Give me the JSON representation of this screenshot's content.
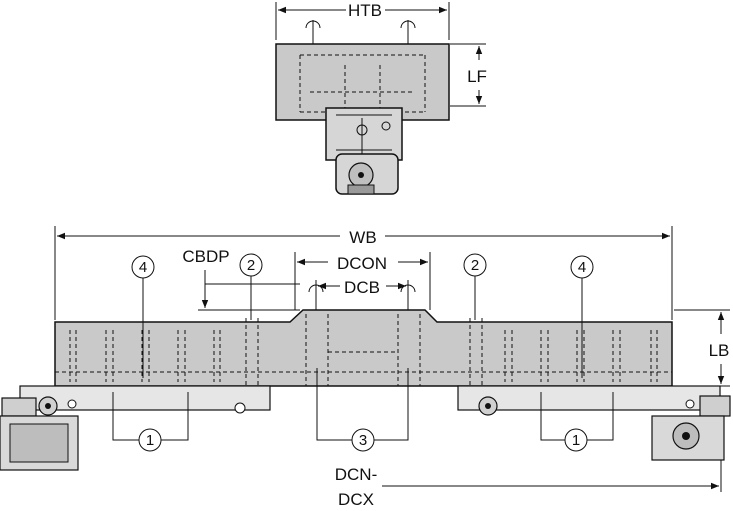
{
  "labels": {
    "htb": "HTB",
    "lf": "LF",
    "wb": "WB",
    "cbdp": "CBDP",
    "dcon": "DCON",
    "dcb": "DCB",
    "lb": "LB",
    "dcn_line1": "DCN-",
    "dcn_line2": "DCX"
  },
  "callouts": {
    "one": "1",
    "two": "2",
    "three": "3",
    "four": "4"
  },
  "colors": {
    "body_fill": "#c9c9c9",
    "line": "#111111",
    "background": "#ffffff"
  }
}
